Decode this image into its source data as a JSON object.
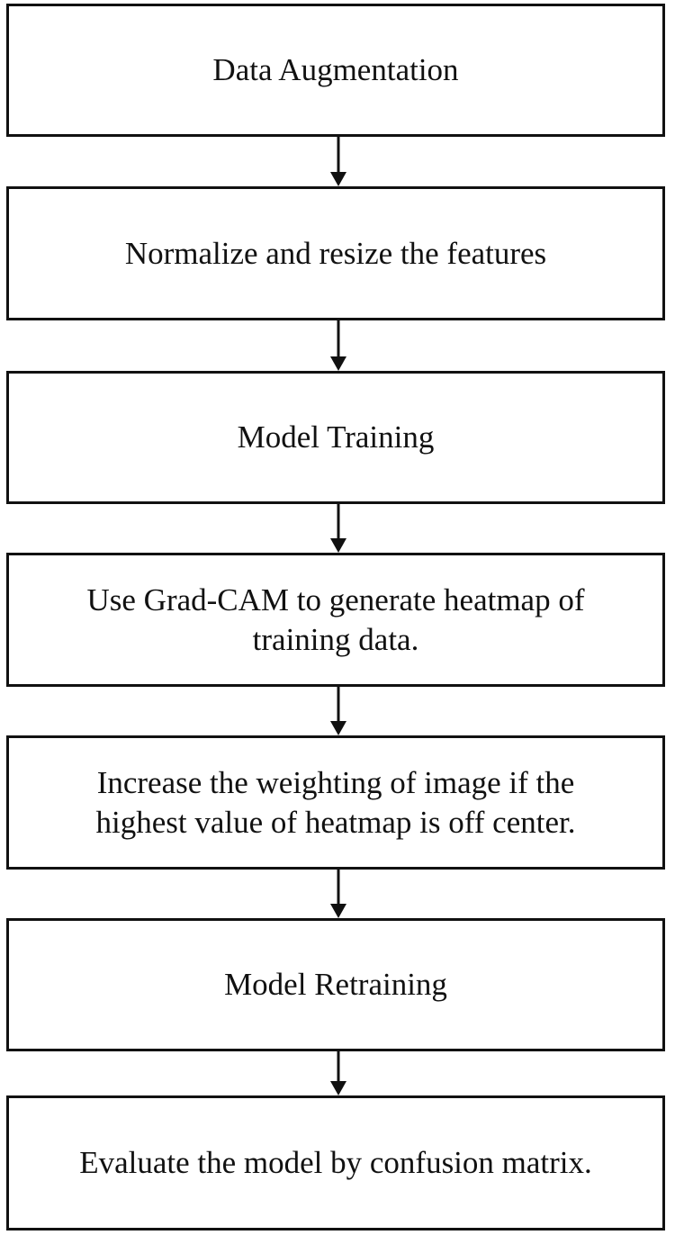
{
  "steps": [
    {
      "label": "Data Augmentation"
    },
    {
      "label": "Normalize and resize the features"
    },
    {
      "label": "Model Training"
    },
    {
      "label": "Use Grad-CAM to generate heatmap of training data."
    },
    {
      "label": "Increase the weighting of image if the highest value of heatmap is off center."
    },
    {
      "label": "Model Retraining"
    },
    {
      "label": "Evaluate the model by confusion matrix."
    }
  ]
}
